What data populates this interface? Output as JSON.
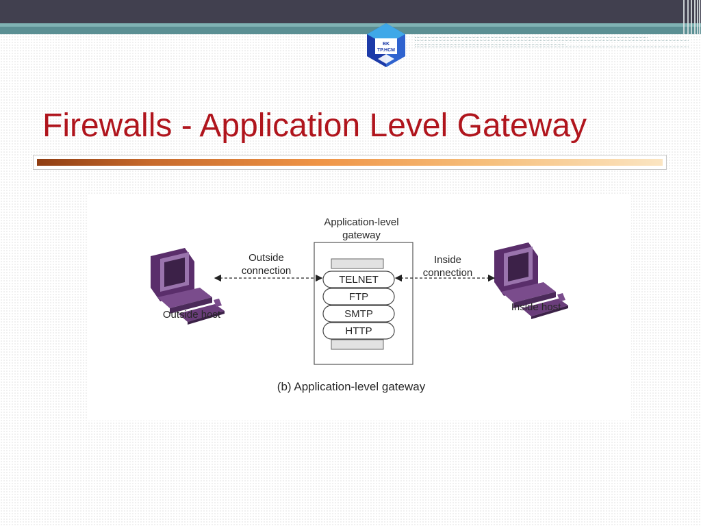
{
  "slide": {
    "title": "Firewalls - Application Level Gateway",
    "logo": {
      "line1": "BK",
      "line2": "TP.HCM"
    },
    "colors": {
      "title": "#b0151d",
      "header_bar": "#41404f",
      "teal_band": "#5b8f93",
      "computer_purple": "#7a4c8c",
      "logo_blue": "#1c3aa8"
    }
  },
  "diagram": {
    "gateway_label_line1": "Application-level",
    "gateway_label_line2": "gateway",
    "protocols": [
      "TELNET",
      "FTP",
      "SMTP",
      "HTTP"
    ],
    "outside_conn_line1": "Outside",
    "outside_conn_line2": "connection",
    "inside_conn_line1": "Inside",
    "inside_conn_line2": "connection",
    "outside_host": "Outside host",
    "inside_host": "Inside host",
    "caption": "(b) Application-level gateway"
  }
}
